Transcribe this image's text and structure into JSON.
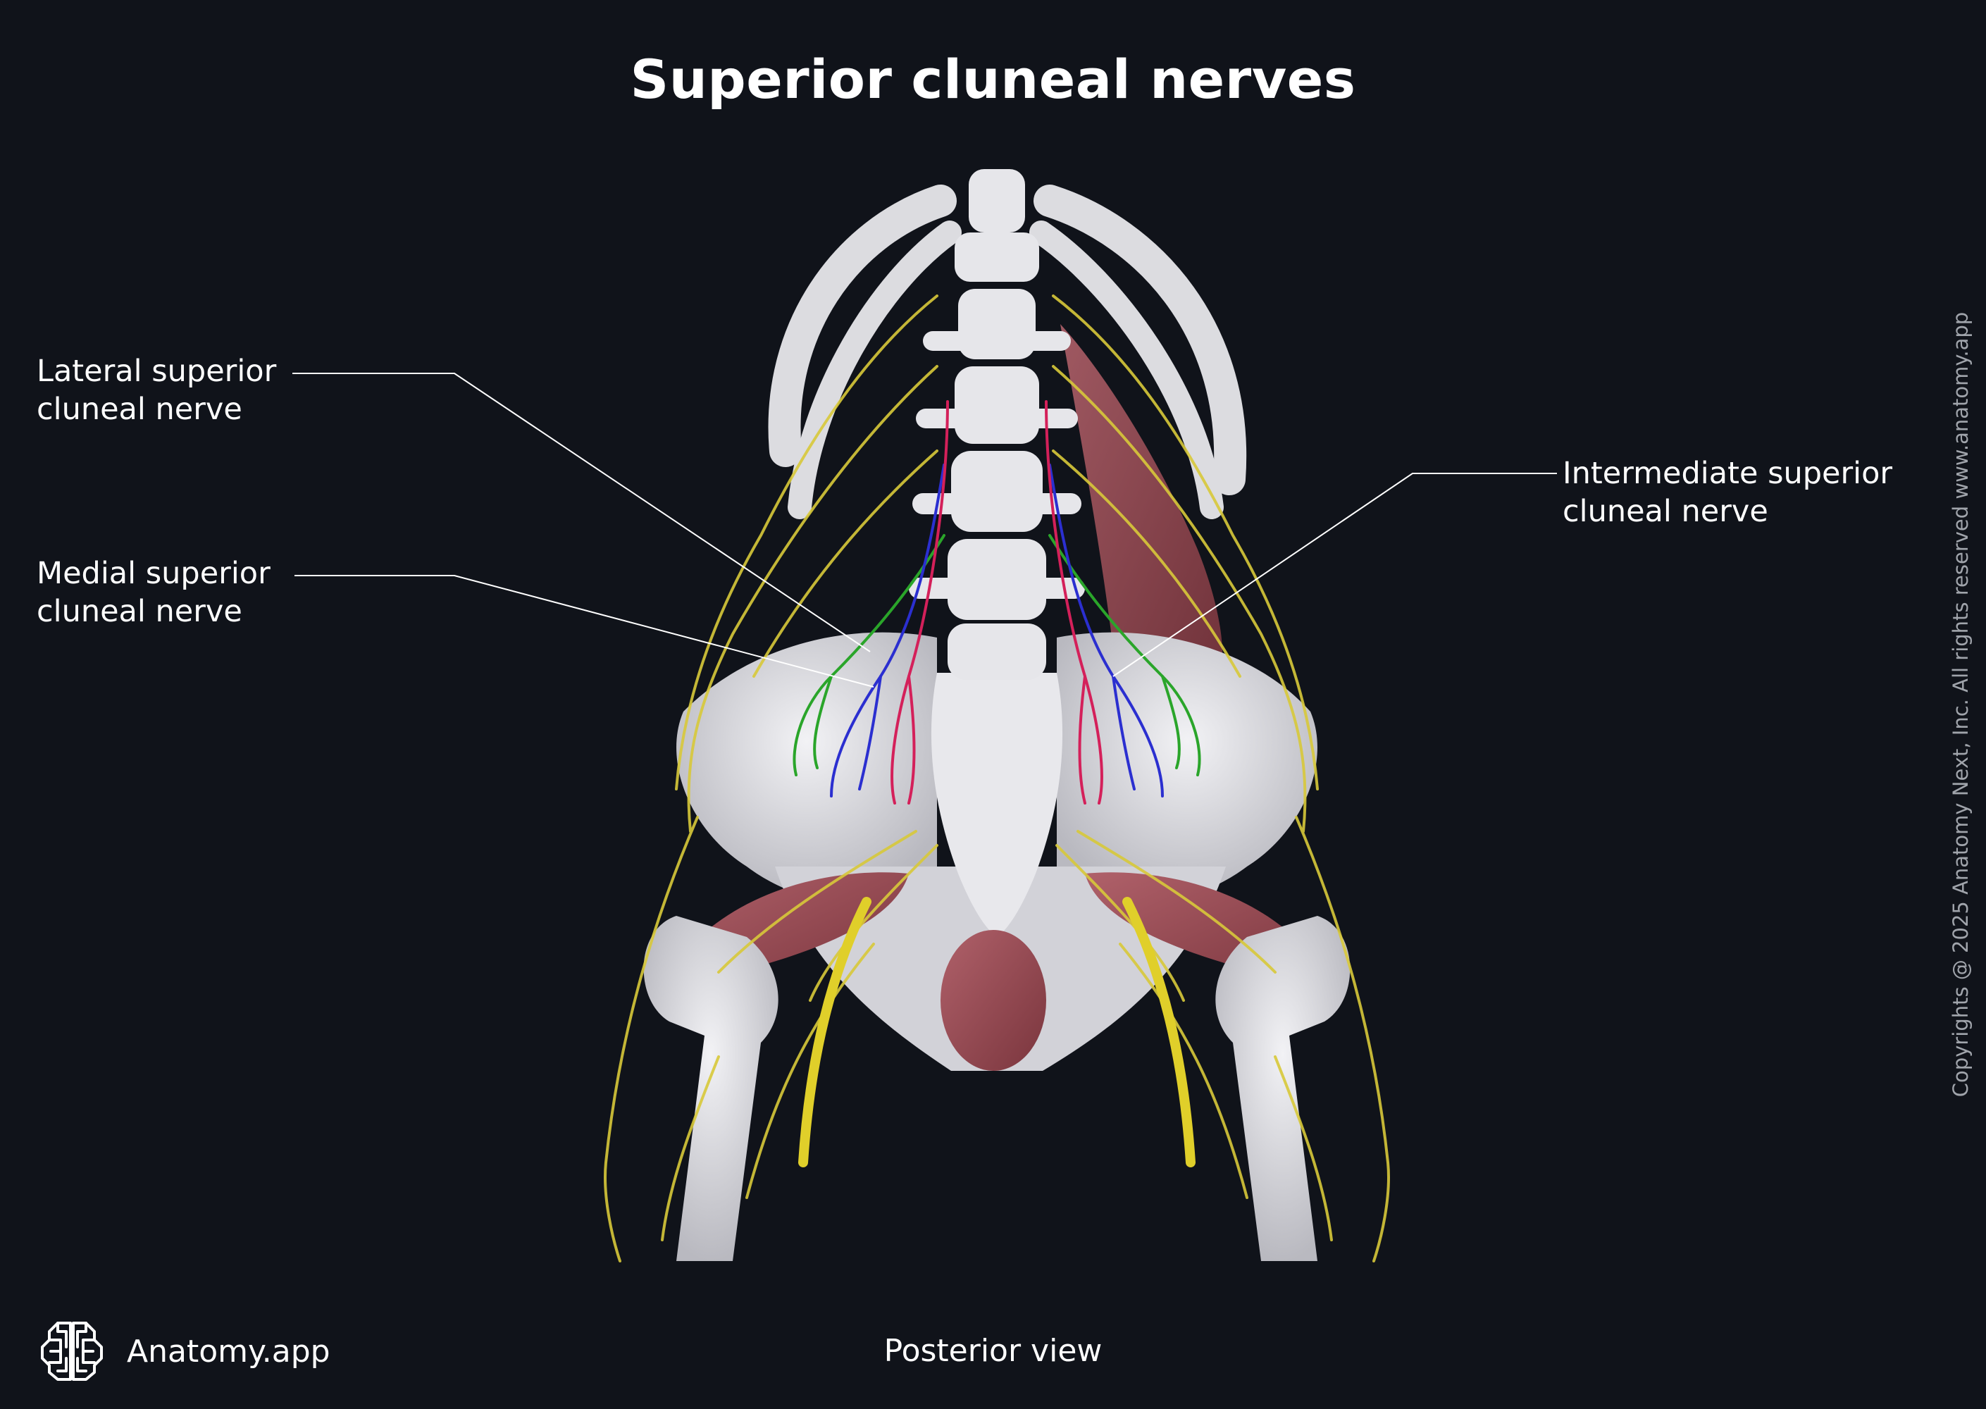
{
  "title": "Superior cluneal nerves",
  "labels": {
    "lateral": [
      "Lateral superior",
      "cluneal nerve"
    ],
    "medial": [
      "Medial superior",
      "cluneal nerve"
    ],
    "intermediate": [
      "Intermediate superior",
      "cluneal nerve"
    ]
  },
  "view": "Posterior view",
  "brand": {
    "name": "Anatomy.app",
    "logo_icon": "brain-icon"
  },
  "copyright": "Copyrights @ 2025 Anatomy Next, Inc. All rights reserved www.anatomy.app",
  "colors": {
    "background": "#10131a",
    "bone": "#e4e4e8",
    "nerve": "#d8c93a",
    "muscle": "#9c4e57",
    "lateral_nerve": "#2aa52a",
    "intermediate_nerve": "#2b2fd0",
    "medial_nerve": "#d4205a",
    "leader_line": "#ffffff"
  }
}
